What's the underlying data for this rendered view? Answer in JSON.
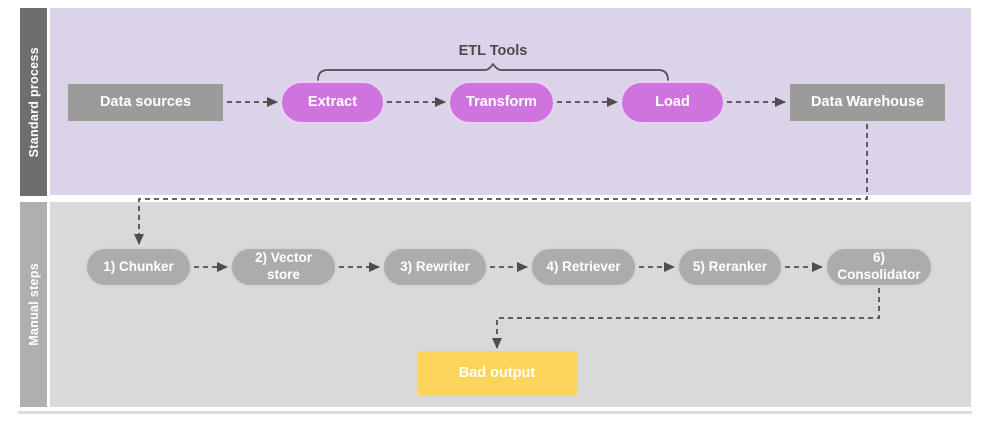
{
  "diagram": {
    "lanes": [
      {
        "label": "Standard process"
      },
      {
        "label": "Manual steps"
      }
    ],
    "bracket_label": "ETL Tools",
    "nodes": {
      "data_sources": "Data sources",
      "extract": "Extract",
      "transform": "Transform",
      "load": "Load",
      "data_warehouse": "Data Warehouse",
      "chunker": "1) Chunker",
      "vector_store": "2) Vector store",
      "rewriter": "3) Rewriter",
      "retriever": "4) Retriever",
      "reranker": "5) Reranker",
      "consolidator": "6) Consolidator",
      "bad_output": "Bad output"
    },
    "colors": {
      "lane1_bg": "#DBD3E9",
      "lane1_bar": "#6E6E6E",
      "lane2_bg": "#D9D9D9",
      "lane2_bar": "#AFAFAF",
      "etl_pill": "#CF73DF",
      "etl_pill_border": "#E7D3F0",
      "gray_box": "#9B9B9B",
      "gray_box_border": "#D9D4DF",
      "gray_pill": "#ACACAC",
      "gray_pill_border": "#D4D4D4",
      "bad_output": "#FCD45C",
      "connector": "#4E4E4E",
      "bracket_text": "#4A4A4A",
      "divider": "#DCDCDC"
    }
  }
}
